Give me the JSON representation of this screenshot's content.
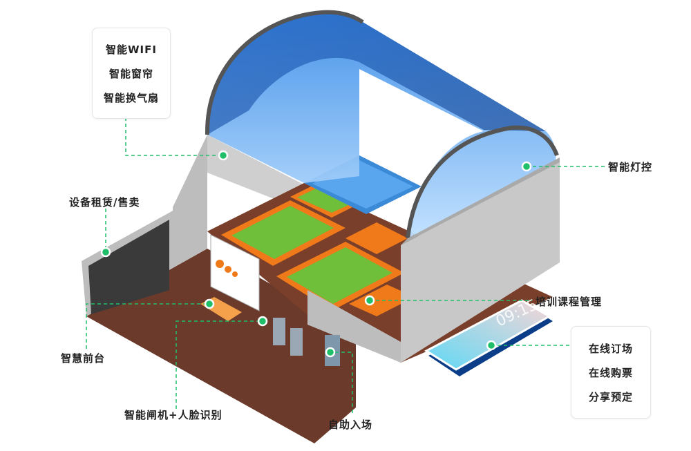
{
  "callouts": {
    "ventilation_box": [
      "智能WIFI",
      "智能窗帘",
      "智能换气扇"
    ],
    "lighting": "智能灯控",
    "equipment": "设备租赁/售卖",
    "front_desk": "智慧前台",
    "training": "培训课程管理",
    "gate": "智能闸机+人脸识别",
    "self_entry": "自助入场",
    "online_box": [
      "在线订场",
      "在线购票",
      "分享预定"
    ]
  },
  "phone": {
    "time": "09:15"
  },
  "colors": {
    "accent": "#1fbf6a",
    "roof": "#2f7fd8",
    "court_orange": "#f07a1a",
    "court_green": "#6fbf3a",
    "floor": "#6b3a2a",
    "wall": "#c8c8c8"
  }
}
